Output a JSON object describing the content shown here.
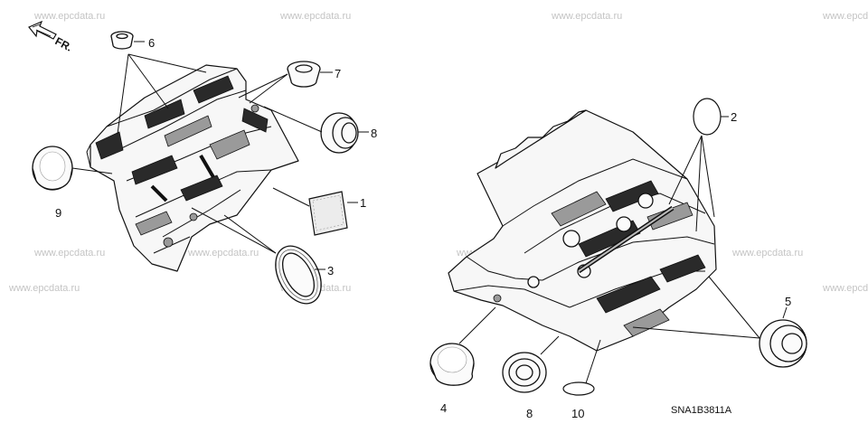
{
  "diagram_code": "SNA1B3811A",
  "orientation_label": "FR.",
  "watermark_text": "www.epcdata.ru",
  "callouts": [
    {
      "id": "c1",
      "label": "1"
    },
    {
      "id": "c2",
      "label": "2"
    },
    {
      "id": "c3",
      "label": "3"
    },
    {
      "id": "c4",
      "label": "4"
    },
    {
      "id": "c5",
      "label": "5"
    },
    {
      "id": "c6",
      "label": "6"
    },
    {
      "id": "c7",
      "label": "7"
    },
    {
      "id": "c8a",
      "label": "8"
    },
    {
      "id": "c8b",
      "label": "8"
    },
    {
      "id": "c9",
      "label": "9"
    },
    {
      "id": "c10",
      "label": "10"
    }
  ]
}
